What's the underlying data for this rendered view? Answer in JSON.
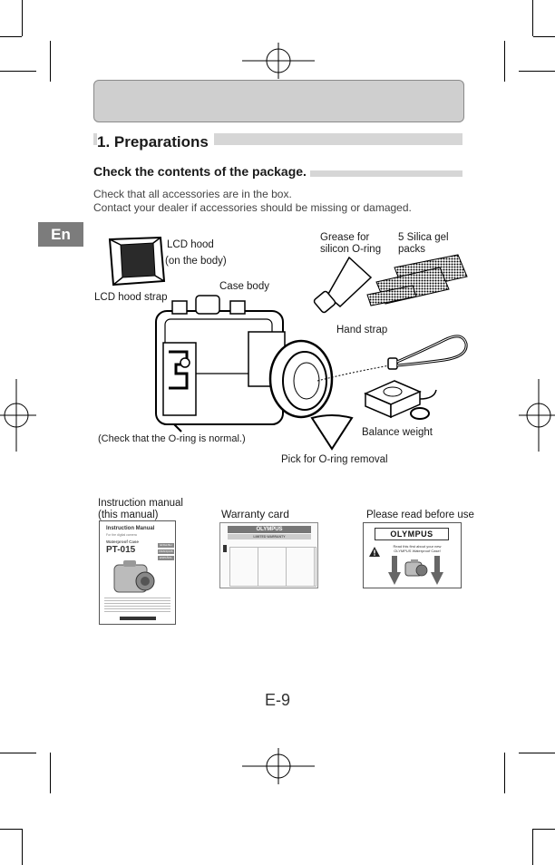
{
  "section": {
    "title": "1. Preparations"
  },
  "subsection": {
    "title": "Check the contents of the package.",
    "line1": "Check that all accessories are in the box.",
    "line2": "Contact your dealer if accessories should be missing or damaged."
  },
  "lang_tab": "En",
  "labels": {
    "lcd_hood_line1": "LCD hood",
    "lcd_hood_line2": "(on the body)",
    "lcd_hood_strap": "LCD hood strap",
    "case_body": "Case body",
    "grease_line1": "Grease for",
    "grease_line2": "silicon O-ring",
    "silica_line1": "5 Silica gel",
    "silica_line2": "packs",
    "hand_strap": "Hand strap",
    "balance_weight": "Balance weight",
    "oring_note": "(Check that the O-ring is normal.)",
    "pick": "Pick for O-ring removal",
    "manual_line1": "Instruction manual",
    "manual_line2": "(this manual)",
    "warranty": "Warranty card",
    "read_before": "Please read before use"
  },
  "manual_cover": {
    "heading": "Instruction Manual",
    "sub1": "For the digital camera",
    "sub2": "Waterproof Case",
    "model": "PT-015",
    "lang1": "ENGLISH",
    "lang2": "FRANÇAIS",
    "lang3": "ESPAÑOL"
  },
  "warranty_card": {
    "brand": "OLYMPUS",
    "heading": "LIMITED WARRANTY"
  },
  "read_card": {
    "brand": "OLYMPUS",
    "line1": "Read this first about your new",
    "line2": "OLYMPUS Waterproof Case!"
  },
  "page_number": "E-9"
}
